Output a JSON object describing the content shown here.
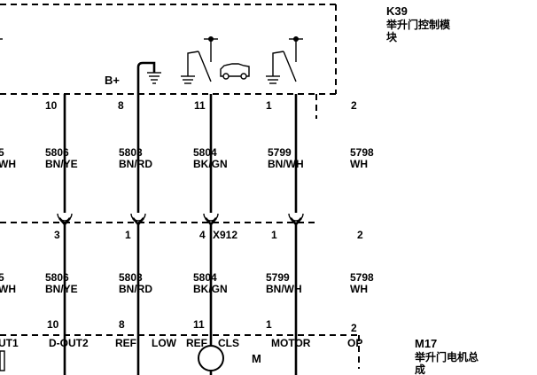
{
  "module": {
    "id": "K39",
    "name_line1": "举升门控制模",
    "name_line2": "块"
  },
  "motor_module": {
    "id": "M17",
    "name_line1": "举升门电机总",
    "name_line2": "成",
    "symbol": "M"
  },
  "supply": "B+",
  "connector": "X912",
  "top_pins": [
    "10",
    "8",
    "11",
    "1",
    "2"
  ],
  "mid_pins": [
    "3",
    "1",
    "4",
    "1",
    "2"
  ],
  "bottom_pins": [
    "10",
    "8",
    "11",
    "1",
    "2"
  ],
  "wires_upper": [
    {
      "num": "5",
      "color": "WH"
    },
    {
      "num": "5806",
      "color": "BN/YE"
    },
    {
      "num": "5803",
      "color": "BN/RD"
    },
    {
      "num": "5804",
      "color": "BK/GN"
    },
    {
      "num": "5799",
      "color": "BN/WH"
    },
    {
      "num": "5798",
      "color": "WH"
    }
  ],
  "wires_lower": [
    {
      "num": "5",
      "color": "WH"
    },
    {
      "num": "5806",
      "color": "BN/YE"
    },
    {
      "num": "5803",
      "color": "BN/RD"
    },
    {
      "num": "5804",
      "color": "BK/GN"
    },
    {
      "num": "5799",
      "color": "BN/WH"
    },
    {
      "num": "5798",
      "color": "WH"
    }
  ],
  "bottom_labels": [
    "UT1",
    "D-OUT2",
    "REF",
    "LOW",
    "REF",
    "CLS",
    "MOTOR",
    "OP"
  ]
}
